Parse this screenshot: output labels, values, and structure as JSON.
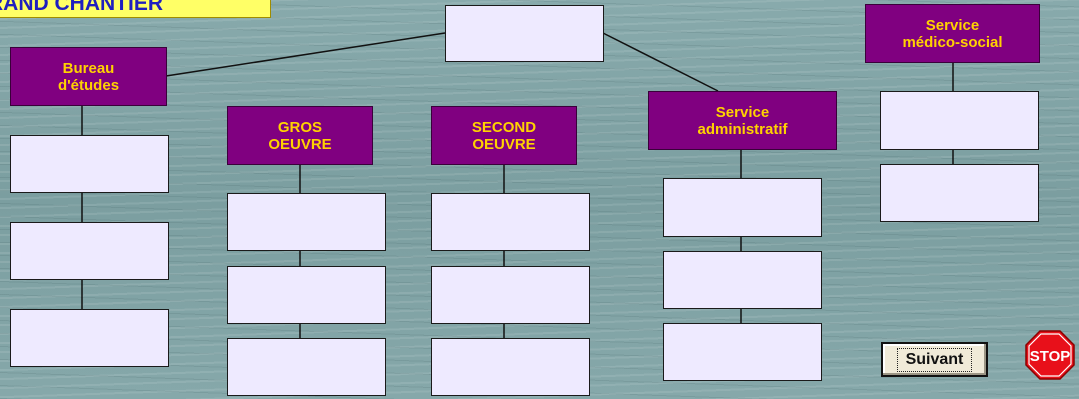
{
  "title": "RAND CHANTIER",
  "headers": {
    "bureau": "Bureau\nd'études",
    "gros": "GROS\nOEUVRE",
    "second": "SECOND\nOEUVRE",
    "admin": "Service\nadministratif",
    "medico": "Service\nmédico-social"
  },
  "next_button": "Suivant",
  "stop_label": "STOP",
  "colors": {
    "header_bg": "#800080",
    "header_text": "#ffd200",
    "box_fill": "#eeeaff",
    "title_bg": "#ffff66",
    "title_text": "#1f1fbf",
    "stop_red": "#e8101a"
  }
}
